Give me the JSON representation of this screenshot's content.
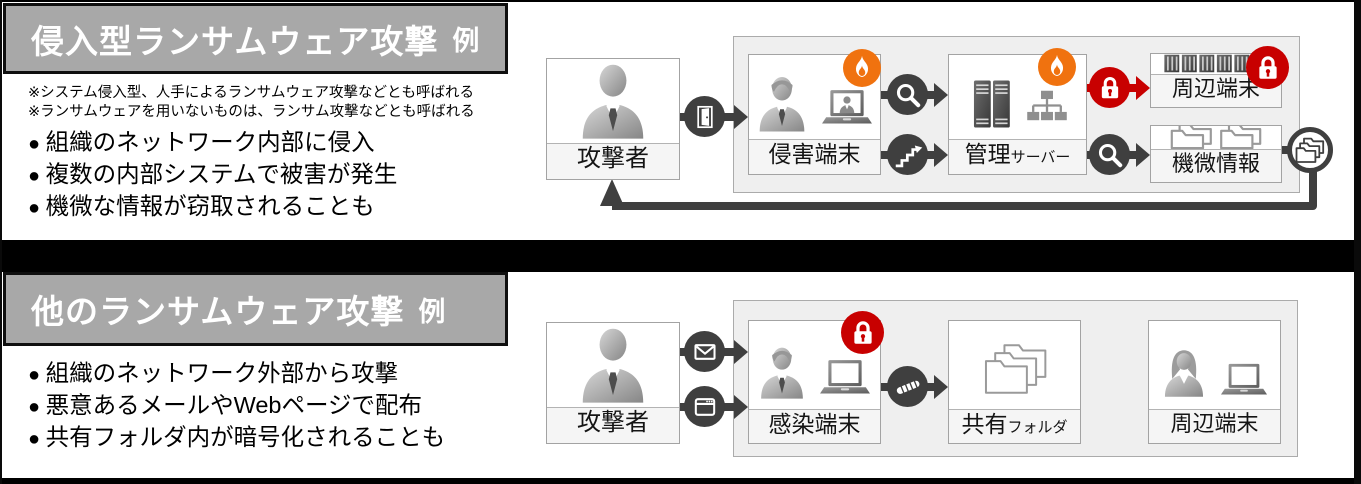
{
  "colors": {
    "orange": "#f0720f",
    "red": "#c80000",
    "dark_gray": "#3f3f3f",
    "titlebar_gray": "#a8a8a8",
    "group_bg": "#efefef"
  },
  "panel_intrusion": {
    "title_main": "侵入型ランサムウェア攻撃",
    "title_suffix": "例",
    "notes": [
      "※システム侵入型、人手によるランサムウェア攻撃などとも呼ばれる",
      "※ランサムウェアを用いないものは、ランサム攻撃などとも呼ばれる"
    ],
    "bullets": [
      "組織のネットワーク内部に侵入",
      "複数の内部システムで被害が発生",
      "機微な情報が窃取されることも"
    ],
    "nodes": {
      "attacker": "攻撃者",
      "compromised": "侵害端末",
      "mgmt_main": "管理",
      "mgmt_sub": "サーバー",
      "peripheral": "周辺端末",
      "sensitive": "機微情報"
    }
  },
  "panel_other": {
    "title_main": "他のランサムウェア攻撃",
    "title_suffix": "例",
    "bullets": [
      "組織のネットワーク外部から攻撃",
      "悪意あるメールやWebページで配布",
      "共有フォルダ内が暗号化されることも"
    ],
    "nodes": {
      "attacker": "攻撃者",
      "infected": "感染端末",
      "shared_main": "共有",
      "shared_sub": "フォルダ",
      "peripheral": "周辺端末"
    }
  },
  "icons": {
    "intrusion_step": "door-icon",
    "reconnaissance": "search-icon",
    "privilege_escalation": "stairs-arrow-icon",
    "encryption": "lock-icon",
    "compromise": "fire-icon",
    "mail_delivery": "mail-icon",
    "web_delivery": "browser-icon",
    "worm_spread": "worm-icon",
    "data_exfiltration": "folders-icon"
  }
}
